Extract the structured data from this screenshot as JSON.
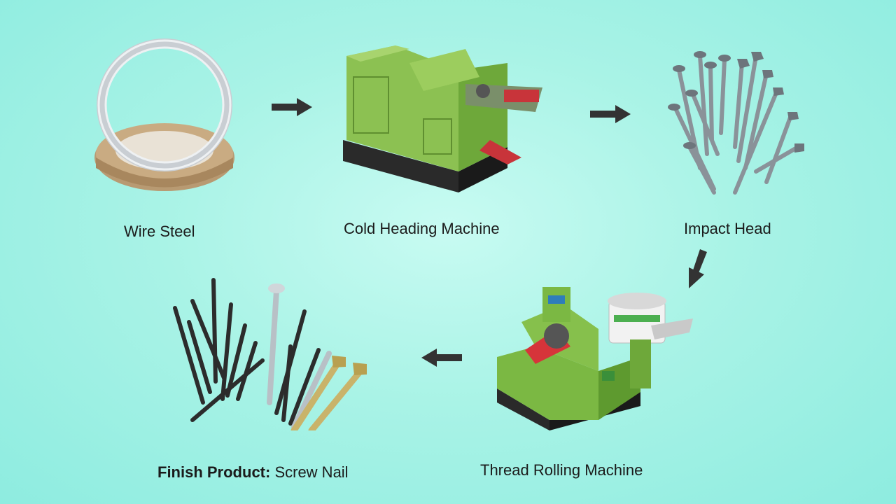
{
  "steps": {
    "wire_steel": "Wire Steel",
    "cold_heading": "Cold Heading Machine",
    "impact_head": "Impact Head",
    "thread_rolling": "Thread Rolling Machine",
    "finish_bold": "Finish Product:",
    "finish_rest": " Screw Nail"
  },
  "colors": {
    "machine_green": "#8cc152",
    "arrow": "#333333"
  }
}
